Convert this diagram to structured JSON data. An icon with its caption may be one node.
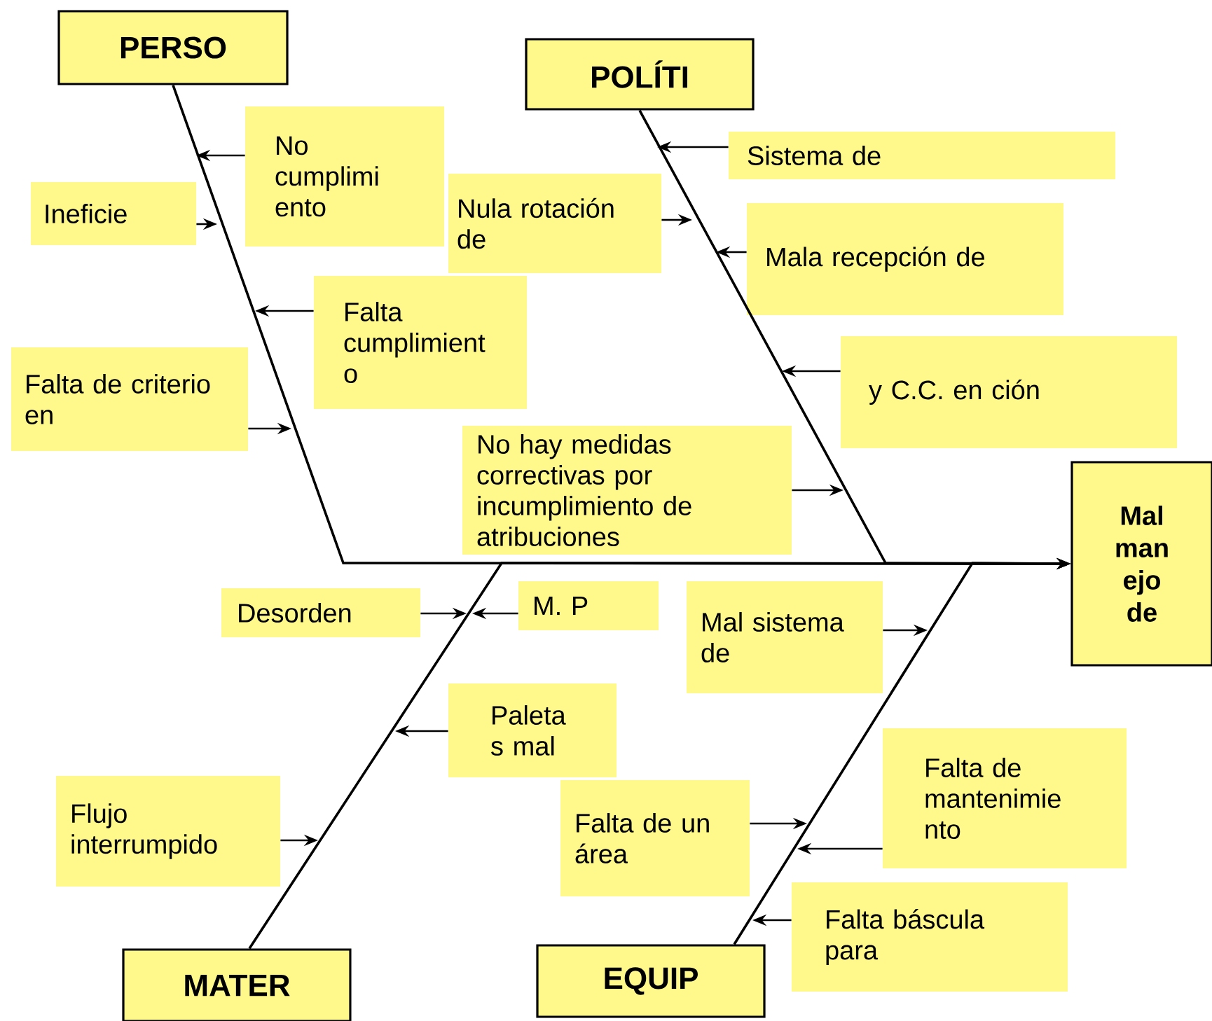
{
  "diagram": {
    "nodes": [
      {
        "text": [
          "PERSO"
        ]
      },
      {
        "text": [
          "POLÍTI"
        ]
      },
      {
        "text": [
          "Mal man ejo de"
        ]
      },
      {
        "text": [
          "MATER"
        ]
      },
      {
        "text": [
          "EQUIP"
        ]
      },
      {
        "text": [
          "No cumplimi ento"
        ]
      },
      {
        "text": [
          "Ineficie"
        ]
      },
      {
        "text": [
          "Nula rotación de"
        ]
      },
      {
        "text": [
          "Sistema de"
        ]
      },
      {
        "text": [
          "Mala recepción de"
        ]
      },
      {
        "text": [
          "y C.C. en ción"
        ]
      },
      {
        "text": [
          "No hay medidas correctivas por incumplimiento de atribuciones"
        ]
      },
      {
        "text": [
          "Falta cumplimient o"
        ]
      },
      {
        "text": [
          "Falta de criterio en"
        ]
      },
      {
        "text": [
          "Desorden"
        ]
      },
      {
        "text": [
          "M. P"
        ]
      },
      {
        "text": [
          "Paleta s mal"
        ]
      },
      {
        "text": [
          "Flujo interrumpido"
        ]
      },
      {
        "text": [
          "Mal sistema de"
        ]
      },
      {
        "text": [
          "Falta de mantenimie nto"
        ]
      },
      {
        "text": [
          "Falta de un área"
        ]
      },
      {
        "text": [
          "Falta báscula para"
        ]
      }
    ],
    "edges": [
      {
        "from": 0,
        "to": 2,
        "arrow": "to"
      },
      {
        "from": 1,
        "to": 2,
        "arrow": "to"
      },
      {
        "from": 3,
        "to": 2,
        "arrow": "to"
      },
      {
        "from": 4,
        "to": 2,
        "arrow": "to"
      },
      {
        "from": 5,
        "to": null,
        "arrow": "to"
      },
      {
        "from": 6,
        "to": null,
        "arrow": "to"
      },
      {
        "from": 7,
        "to": null,
        "arrow": "to"
      },
      {
        "from": 8,
        "to": null,
        "arrow": "to"
      },
      {
        "from": 9,
        "to": null,
        "arrow": "to"
      },
      {
        "from": 10,
        "to": null,
        "arrow": "to"
      },
      {
        "from": 11,
        "to": null,
        "arrow": "to"
      },
      {
        "from": 12,
        "to": null,
        "arrow": "to"
      },
      {
        "from": 13,
        "to": null,
        "arrow": "to"
      },
      {
        "from": 14,
        "to": null,
        "arrow": "to"
      },
      {
        "from": 15,
        "to": null,
        "arrow": "to"
      },
      {
        "from": 16,
        "to": null,
        "arrow": "to"
      },
      {
        "from": 17,
        "to": null,
        "arrow": "to"
      },
      {
        "from": 18,
        "to": null,
        "arrow": "to"
      },
      {
        "from": 19,
        "to": null,
        "arrow": "to"
      },
      {
        "from": 20,
        "to": null,
        "arrow": "to"
      },
      {
        "from": 21,
        "to": null,
        "arrow": "to"
      }
    ]
  }
}
